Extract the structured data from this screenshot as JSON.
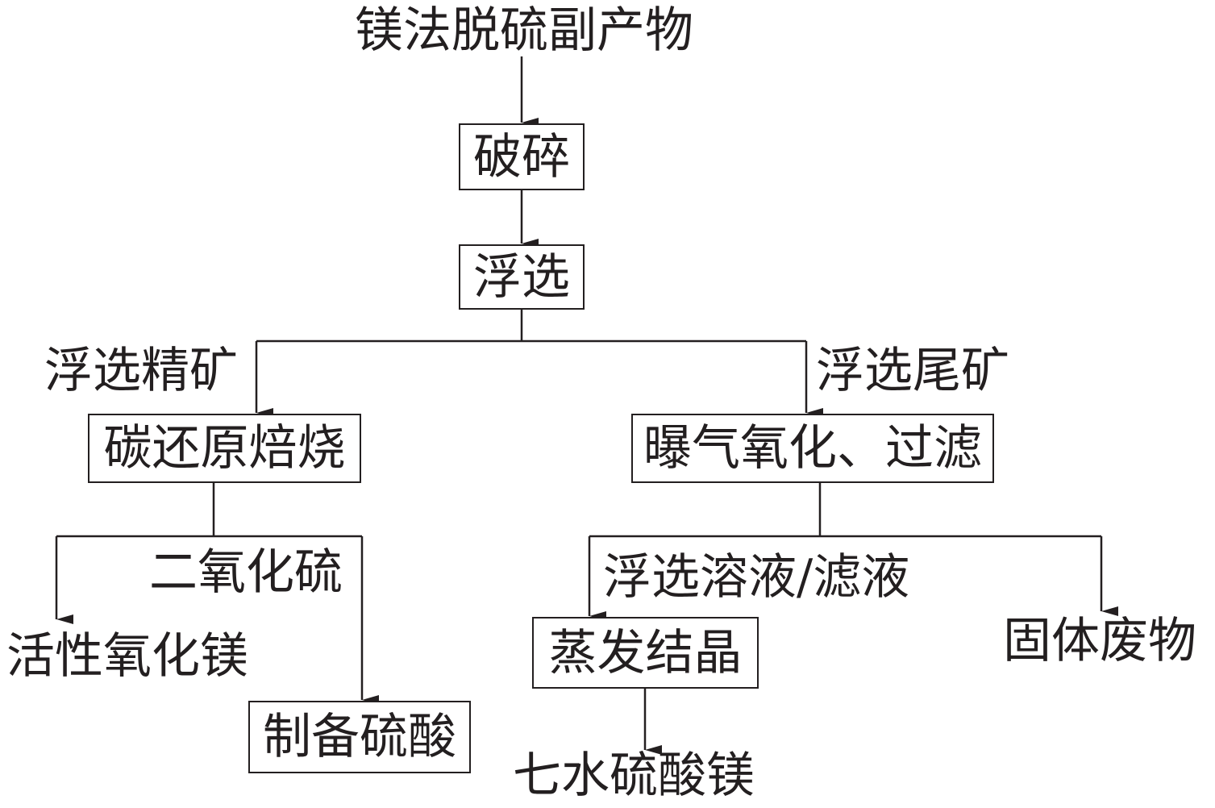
{
  "nodes": {
    "source": "镁法脱硫副产物",
    "crush": "破碎",
    "flotation": "浮选",
    "roasting": "碳还原焙烧",
    "aeration": "曝气氧化、过滤",
    "evaporation": "蒸发结晶",
    "sulfuric_acid": "制备硫酸",
    "active_mgo": "活性氧化镁",
    "solid_waste": "固体废物",
    "mgso4": "七水硫酸镁"
  },
  "edge_labels": {
    "concentrate": "浮选精矿",
    "tailings": "浮选尾矿",
    "so2": "二氧化硫",
    "filtrate": "浮选溶液/滤液"
  },
  "colors": {
    "ink": "#231f20",
    "background": "#ffffff"
  }
}
